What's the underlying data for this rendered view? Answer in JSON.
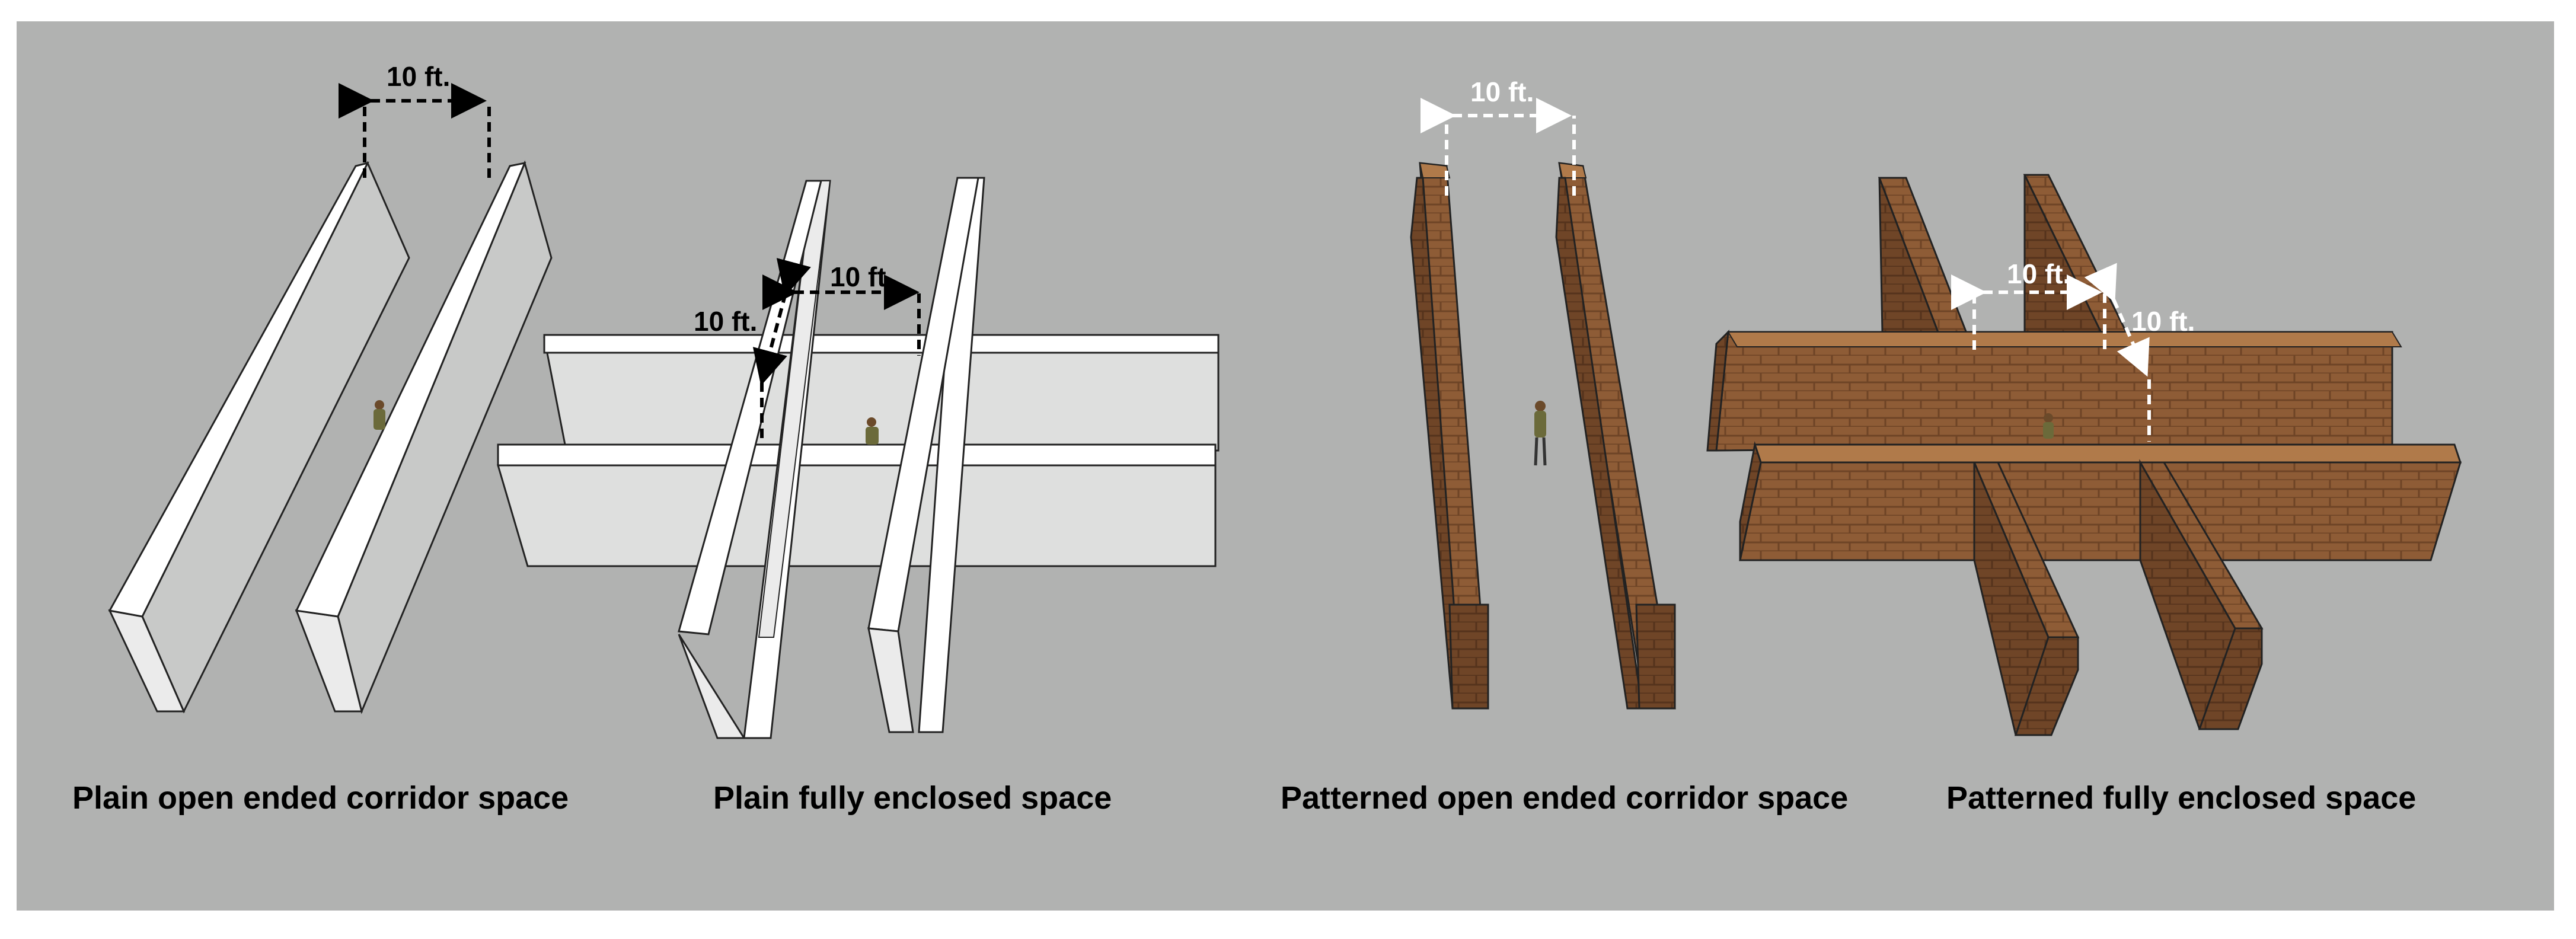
{
  "captions": {
    "plain_corridor": "Plain open ended corridor space",
    "plain_enclosed": "Plain fully enclosed space",
    "patterned_corridor": "Patterned open ended corridor space",
    "patterned_enclosed": "Patterned fully enclosed space"
  },
  "dimension_labels": {
    "plain_corridor_width": "10 ft.",
    "plain_enclosed_left": "10 ft.",
    "plain_enclosed_top": "10 ft.",
    "patterned_corridor_width": "10 ft.",
    "patterned_enclosed_top": "10 ft.",
    "patterned_enclosed_right": "10 ft."
  },
  "colors": {
    "background": "#b1b2b1",
    "plain_wall_top": "#ffffff",
    "plain_wall_side": "#cfd0cf",
    "brick_wall": "#8a5a34",
    "brick_wall_top": "#b07a4a",
    "dark_arrow": "#000000",
    "light_arrow": "#ffffff"
  }
}
